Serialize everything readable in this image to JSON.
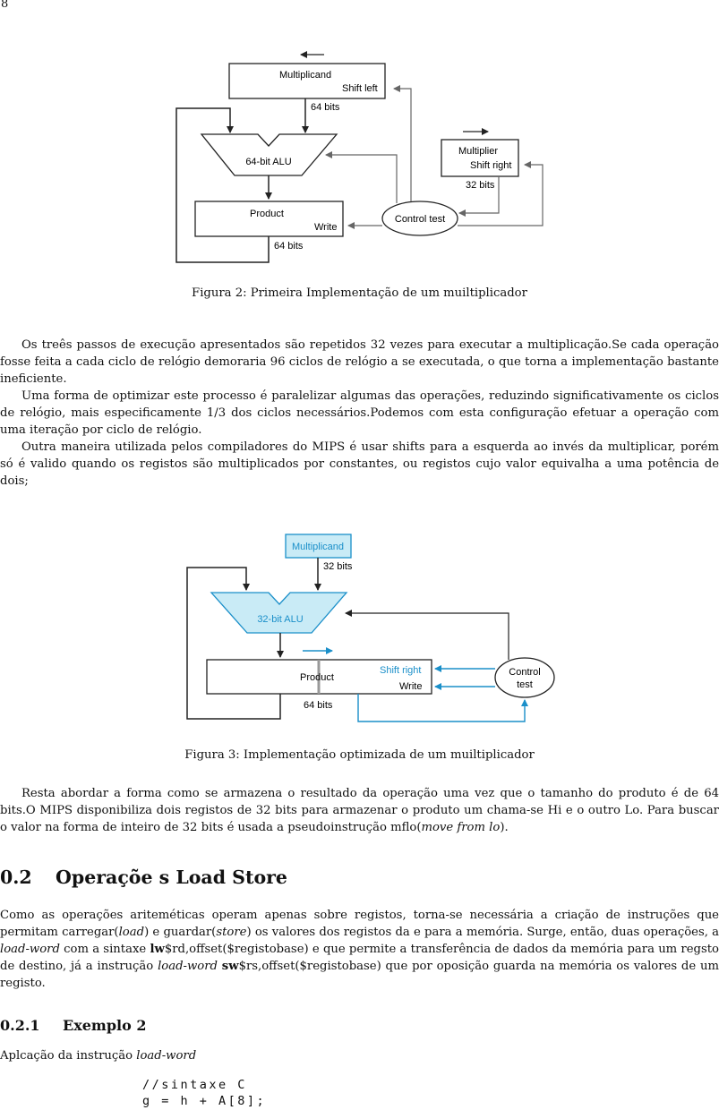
{
  "page_number": "8",
  "figure2": {
    "multiplicand": "Multiplicand",
    "shift_left": "Shift left",
    "bits_64_top": "64 bits",
    "alu": "64-bit ALU",
    "multiplier": "Multiplier",
    "shift_right": "Shift right",
    "bits_32": "32 bits",
    "product": "Product",
    "write": "Write",
    "control_test": "Control test",
    "bits_64_bottom": "64 bits",
    "caption": "Figura 2: Primeira Implementação de um muiltiplicador"
  },
  "paragraphs1": [
    "Os treês passos de execução apresentados são repetidos 32 vezes para executar a multiplicação.Se cada operação fosse feita a cada ciclo de relógio demoraria 96 ciclos de relógio a se executada, o que torna a implementação bastante ineficiente.",
    "Uma forma de optimizar este processo é paralelizar algumas das operações, reduzindo significativamente os ciclos de relógio, mais especificamente 1/3 dos ciclos necessários.Podemos com esta configuração efetuar a operação com uma iteração por ciclo de relógio.",
    "Outra maneira utilizada pelos compiladores do MIPS é usar shifts para a esquerda ao invés da multiplicar, porém só é valido quando os registos são multiplicados por constantes, ou registos cujo valor equivalha a uma potência de dois;"
  ],
  "figure3": {
    "multiplicand": "Multiplicand",
    "bits_32": "32 bits",
    "alu": "32-bit ALU",
    "product": "Product",
    "shift_right": "Shift right",
    "write": "Write",
    "control": "Control",
    "test": "test",
    "bits_64": "64 bits",
    "caption": "Figura 3: Implementação optimizada de um muiltiplicador"
  },
  "paragraph_result": {
    "text": "Resta abordar a forma como se armazena o resultado da operação uma vez que o tamanho do produto é de 64 bits.O MIPS disponibiliza dois registos de 32 bits para armazenar o produto um chama-se Hi e o outro Lo. Para buscar o valor na forma de inteiro de 32 bits é usada a pseudoinstrução mflo(",
    "italic": "move from lo",
    "end": ")."
  },
  "section": {
    "number": "0.2",
    "title": "Operaçõe s Load Store"
  },
  "section_para": {
    "t1": "Como as operações ariteméticas operam apenas sobre registos, torna-se necessária a criação de instruções que permitam carregar(",
    "i1": "load",
    "t2": ") e guardar(",
    "i2": "store",
    "t3": ") os valores dos registos da e para a memória.  Surge, então, duas operações, a ",
    "i3": "load-word",
    "t4": " com a sintaxe ",
    "b1": "lw",
    "t5": "$rd,offset($registobase) e que permite a transferência de dados da memória para um regsto de destino, já a instrução ",
    "i4": "load-word",
    "t6": " ",
    "b2": "sw",
    "t7": "$rs,offset($registobase) que por oposição guarda na memória os valores de um registo."
  },
  "subsection": {
    "number": "0.2.1",
    "title": "Exemplo 2"
  },
  "example": {
    "text": "Aplcação da instrução ",
    "italic": "load-word"
  },
  "code": [
    "//sintaxe C",
    "g = h + A[8];"
  ]
}
